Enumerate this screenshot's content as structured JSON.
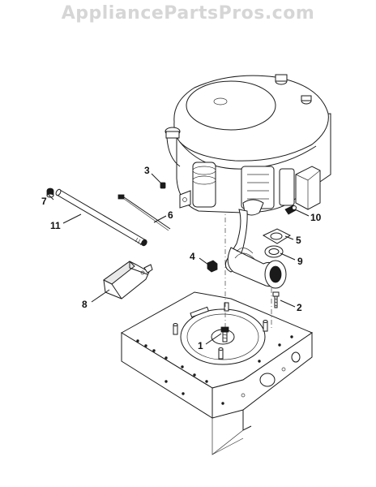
{
  "watermark": "AppliancePartsPros.com",
  "callouts": [
    {
      "id": "c1",
      "label": "1"
    },
    {
      "id": "c2",
      "label": "2"
    },
    {
      "id": "c3",
      "label": "3"
    },
    {
      "id": "c4",
      "label": "4"
    },
    {
      "id": "c5",
      "label": "5"
    },
    {
      "id": "c6",
      "label": "6"
    },
    {
      "id": "c7",
      "label": "7"
    },
    {
      "id": "c8",
      "label": "8"
    },
    {
      "id": "c9",
      "label": "9"
    },
    {
      "id": "c10",
      "label": "10"
    },
    {
      "id": "c11",
      "label": "11"
    }
  ]
}
